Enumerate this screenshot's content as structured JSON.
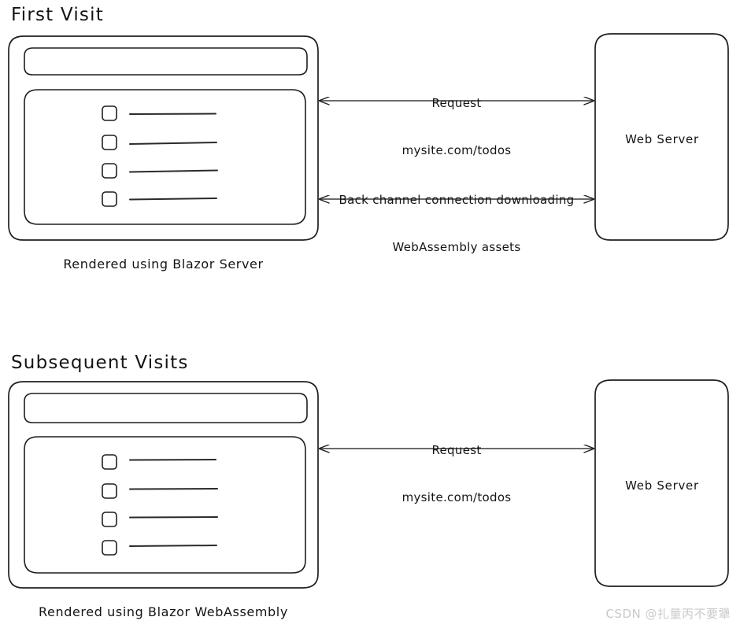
{
  "diagram": {
    "title_first": "First Visit",
    "title_subsequent": "Subsequent Visits",
    "caption_first": "Rendered using Blazor Server",
    "caption_subsequent": "Rendered using Blazor WebAssembly",
    "server_label_top": "Web Server",
    "server_label_bottom": "Web Server",
    "arrows": {
      "top_request_line1": "Request",
      "top_request_line2": "mysite.com/todos",
      "back_channel_line1": "Back channel connection downloading",
      "back_channel_line2": "WebAssembly assets",
      "bottom_request_line1": "Request",
      "bottom_request_line2": "mysite.com/todos"
    },
    "browser_top": {
      "address_bar_value": "",
      "list_items": [
        "",
        "",
        "",
        ""
      ]
    },
    "browser_bottom": {
      "address_bar_value": "",
      "list_items": [
        "",
        "",
        "",
        ""
      ]
    }
  },
  "watermark": {
    "text": "CSDN @扎量丙不要犟"
  },
  "colors": {
    "stroke": "#1f1f1f",
    "text": "#141414",
    "background": "#ffffff",
    "watermark": "#c9c9c9"
  }
}
